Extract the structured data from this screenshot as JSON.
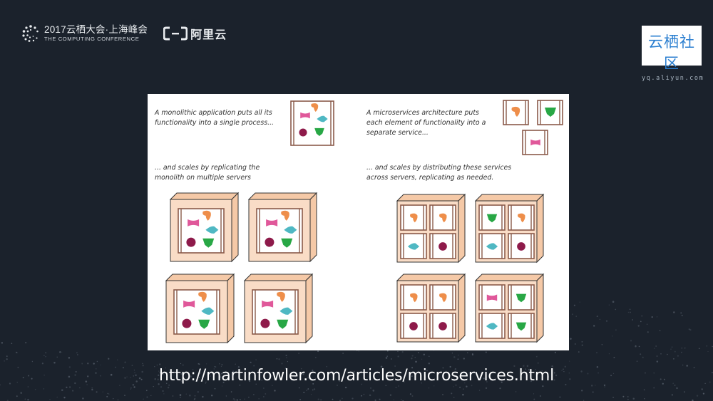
{
  "header": {
    "conference_title": "2017云栖大会·上海峰会",
    "conference_subtitle": "THE COMPUTING CONFERENCE",
    "aliyun_label": "阿里云",
    "icons": [
      "computing-conference-logo-icon",
      "aliyun-logo-icon"
    ]
  },
  "corner_logo": {
    "name_cn": "云栖社区",
    "domain": "yq.aliyun.com"
  },
  "diagram": {
    "monolith_caption": "A monolithic application puts all its\nfunctionality into a single process...",
    "monolith_scale_caption": "... and scales by replicating the\nmonolith on multiple servers",
    "micro_caption": "A microservices architecture puts\neach element of functionality into a\nseparate service...",
    "micro_scale_caption": "... and scales by distributing these services\nacross servers, replicating as needed.",
    "colors": {
      "frame": "#8a5a4a",
      "server_face": "#f9dcc6",
      "server_side": "#f5c9a7",
      "pink": "#e0589a",
      "orange": "#ee8e4a",
      "teal": "#4fb8c3",
      "green": "#28a745",
      "maroon": "#8e1a4a"
    },
    "micro_server_layouts": [
      [
        "orange",
        "orange",
        "teal",
        "maroon"
      ],
      [
        "green",
        "orange",
        "teal",
        "maroon"
      ],
      [
        "orange",
        "orange",
        "maroon",
        "maroon"
      ],
      [
        "pink",
        "green",
        "teal",
        "green"
      ]
    ]
  },
  "footer": {
    "url": "http://martinfowler.com/articles/microservices.html"
  }
}
